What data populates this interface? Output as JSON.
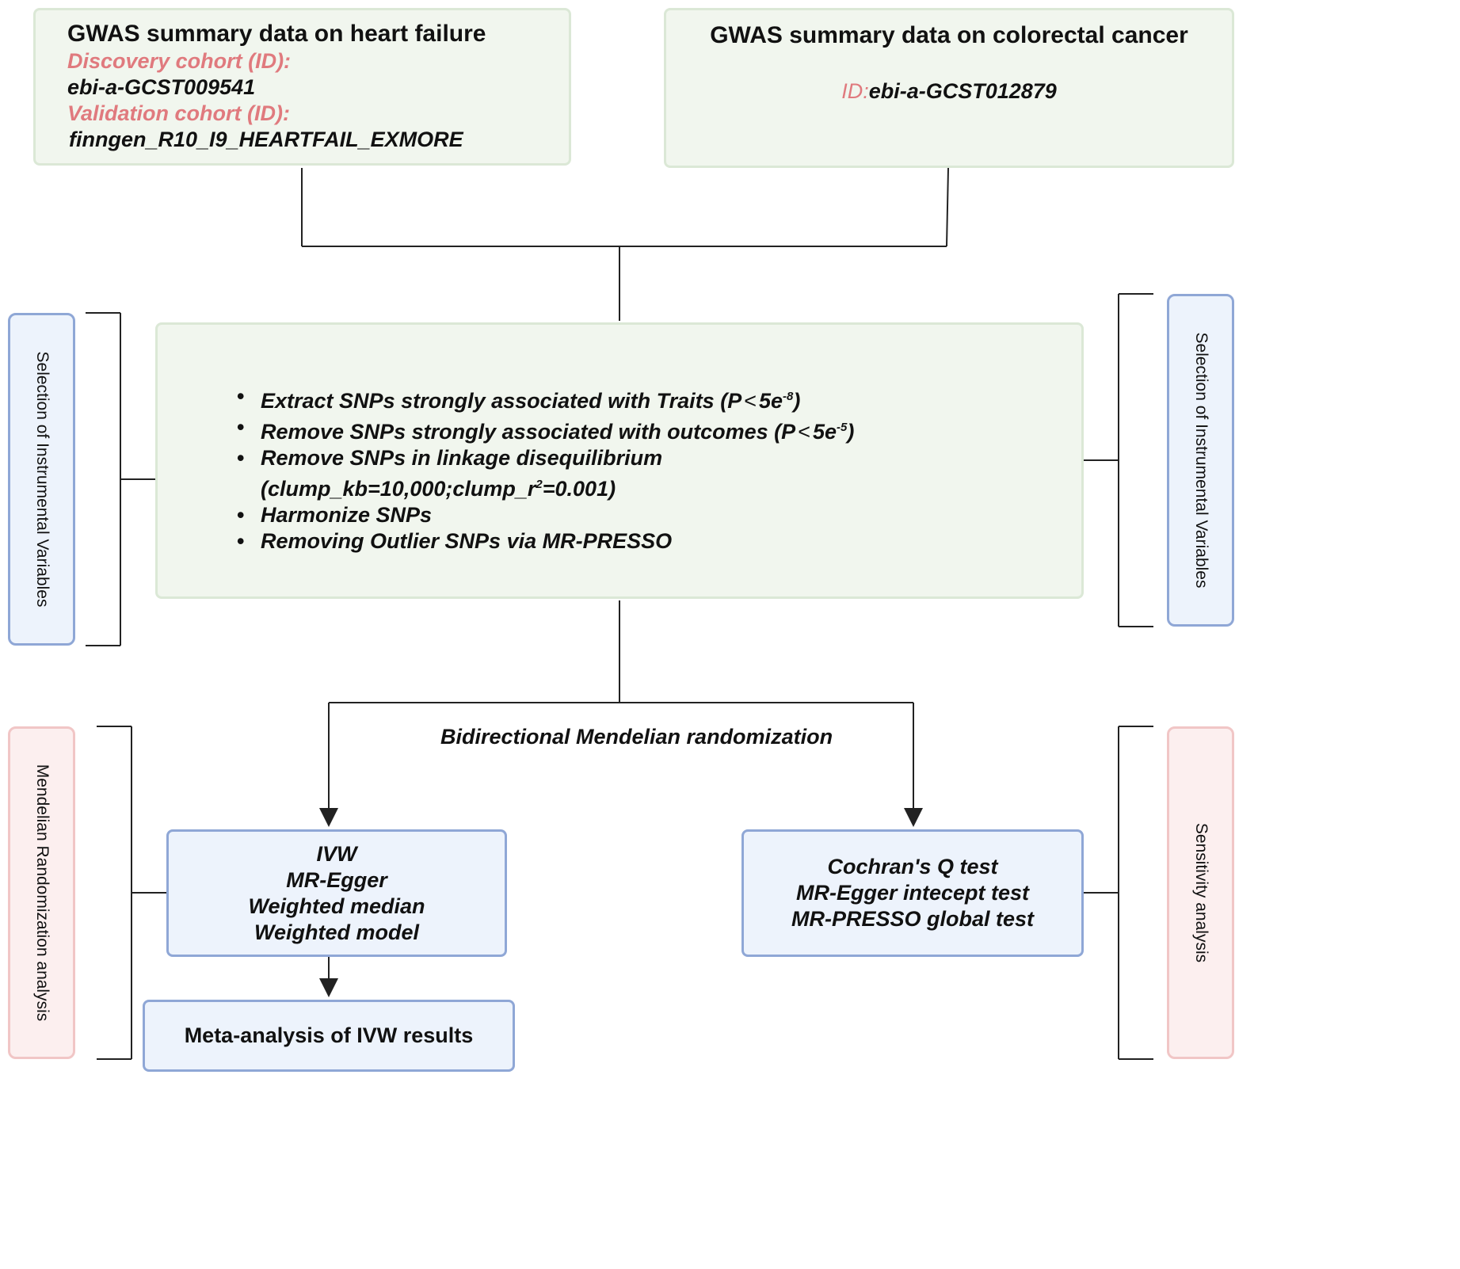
{
  "hf_box": {
    "title": "GWAS summary data on heart failure",
    "discovery_label": "Discovery cohort (ID):",
    "discovery_id": "ebi-a-GCST009541",
    "validation_label": "Validation cohort (ID):",
    "validation_id": "finngen_R10_I9_HEARTFAIL_EXMORE"
  },
  "crc_box": {
    "title": "GWAS summary data on colorectal cancer",
    "id_label": "ID:",
    "id_value": "ebi-a-GCST012879"
  },
  "iv_steps": {
    "step1_prefix": "Extract SNPs strongly associated with Traits (P",
    "step1_lt": "<",
    "step1_base": "5e",
    "step1_exp": "-8",
    "step1_close": ")",
    "step2_prefix": "Remove SNPs strongly associated with outcomes (P",
    "step2_lt": "<",
    "step2_base": "5e",
    "step2_exp": "-5",
    "step2_close": ")",
    "step3_line1": "Remove SNPs in linkage disequilibrium",
    "step3_line2_a": "(clump_kb=10,000;clump_r",
    "step3_line2_sup": "2",
    "step3_line2_b": "=0.001)",
    "step4": "Harmonize SNPs",
    "step5": "Removing Outlier SNPs via MR-PRESSO",
    "bullet": "•"
  },
  "side_labels": {
    "left_top": "Selection of Instrumental Variables",
    "right_top": "Selection of Instrumental Variables",
    "left_bottom": "Mendelian Randomization analysis",
    "right_bottom": "Sensitivity analysis"
  },
  "branch_label": "Bidirectional Mendelian randomization",
  "mr_methods": [
    "IVW",
    "MR-Egger",
    "Weighted median",
    "Weighted model"
  ],
  "sensitivity_tests": [
    "Cochran's Q test",
    "MR-Egger intecept test",
    "MR-PRESSO global test"
  ],
  "meta_box": "Meta-analysis of IVW results",
  "colors": {
    "green_fill": "#f1f6ee",
    "blue_fill": "#edf3fc",
    "blue_border": "#8fa7d6",
    "pink_fill": "#fcefef",
    "pink_border": "#f1c6c6",
    "accent_text": "#e07a7e"
  }
}
